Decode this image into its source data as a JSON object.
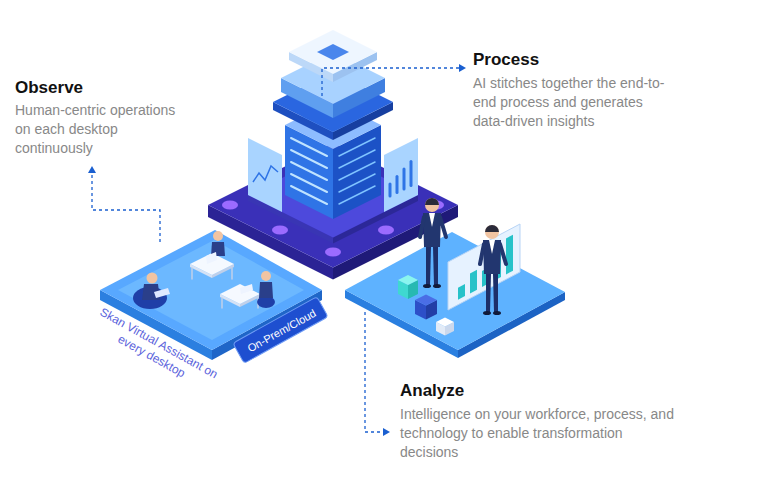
{
  "diagram": {
    "nodes": [
      {
        "text": [
          "Skan Virtual Assistant on every desktop"
        ]
      },
      {
        "text": [
          "On-Prem/Cloud"
        ],
        "in": 0
      }
    ],
    "labels": [
      "Observe",
      "Human-centric operations on each desktop continuously",
      "Process",
      "AI stitches together the end-to-end process and generates data-driven insights",
      "Analyze",
      "Intelligence on your workforce, process, and technology to enable transformation decisions"
    ]
  }
}
